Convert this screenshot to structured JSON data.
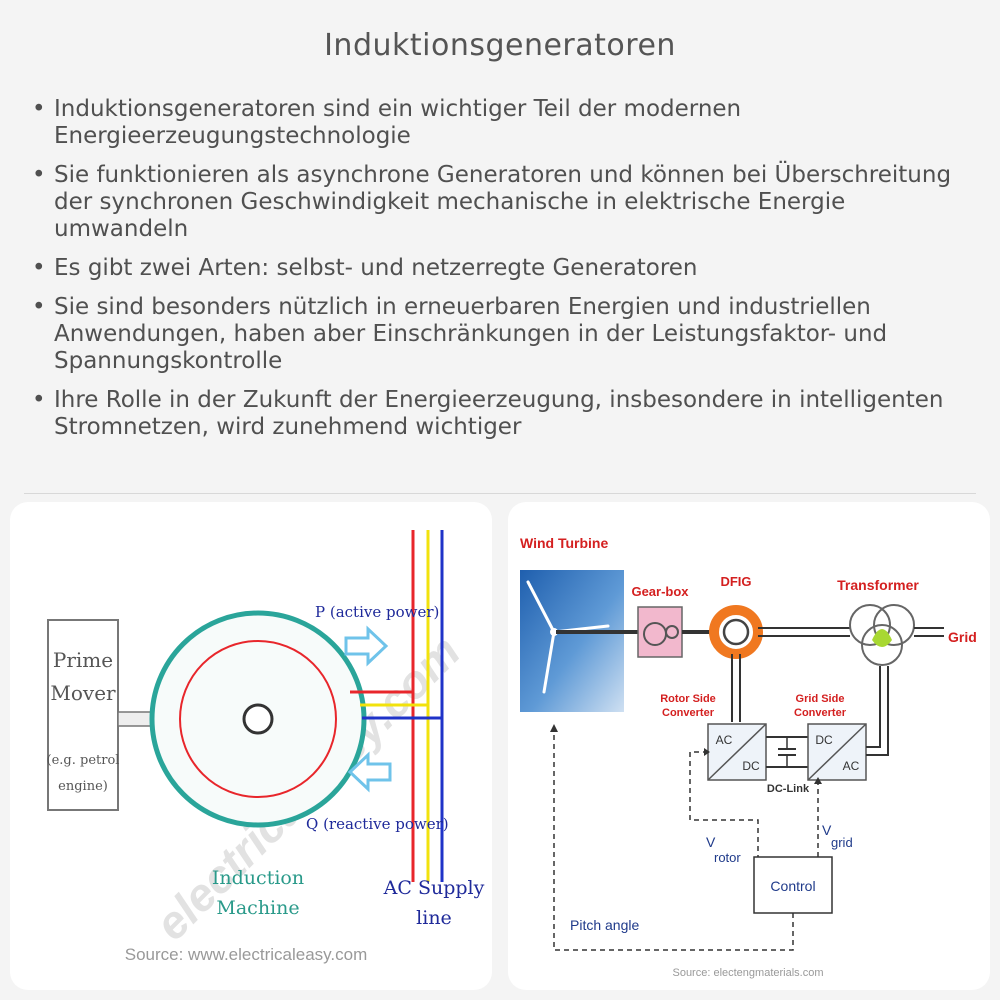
{
  "header": {
    "title": "Induktionsgeneratoren"
  },
  "bullets": [
    "Induktionsgeneratoren sind ein wichtiger Teil der modernen Energieerzeugungstechnologie",
    "Sie funktionieren als asynchrone Generatoren und können bei Überschreitung der synchronen Geschwindigkeit mechanische in elektrische Energie umwandeln",
    "Es gibt zwei Arten: selbst- und netzerregte Generatoren",
    "Sie sind besonders nützlich in erneuerbaren Energien und industriellen Anwendungen, haben aber Einschränkungen in der Leistungsfaktor- und Spannungskontrolle",
    "Ihre Rolle in der Zukunft der Energieerzeugung, insbesondere in intelligenten Stromnetzen, wird zunehmend wichtiger"
  ],
  "left_diagram": {
    "prime_mover_line1": "Prime",
    "prime_mover_line2": "Mover",
    "prime_mover_example1": "(e.g. petrol",
    "prime_mover_example2": "engine)",
    "active_power": "P (active power)",
    "reactive_power": "Q (reactive power)",
    "machine_line1": "Induction",
    "machine_line2": "Machine",
    "supply_line1": "AC Supply",
    "supply_line2": "line",
    "watermark": "electricaleasy.com",
    "source": "Source: www.electricaleasy.com"
  },
  "right_diagram": {
    "wind_turbine": "Wind Turbine",
    "gearbox": "Gear-box",
    "dfig": "DFIG",
    "transformer": "Transformer",
    "grid": "Grid",
    "rotor_conv_line1": "Rotor Side",
    "rotor_conv_line2": "Converter",
    "grid_conv_line1": "Grid Side",
    "grid_conv_line2": "Converter",
    "ac": "AC",
    "dc": "DC",
    "dc_link": "DC-Link",
    "v": "V",
    "rotor_sub": "rotor",
    "grid_sub": "grid",
    "control": "Control",
    "pitch_angle": "Pitch angle",
    "source": "Source: electengmaterials.com"
  },
  "colors": {
    "red": "#e8262b",
    "yellow": "#f2e20c",
    "blue": "#1f33c8",
    "teal": "#2aa59a",
    "orange": "#f07820",
    "arrow": "#6fc3ea"
  }
}
